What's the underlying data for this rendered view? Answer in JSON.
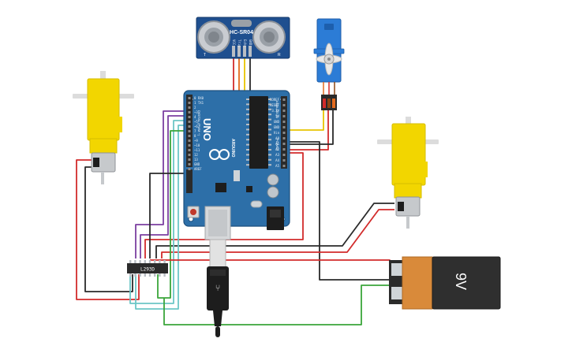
{
  "canvas": {
    "background": "#ffffff"
  },
  "components": {
    "ultrasonic": {
      "label": "HC-SR04",
      "left_mark": "T",
      "right_mark": "R",
      "pins": [
        "VCC",
        "Trig",
        "Echo",
        "GND"
      ],
      "color": "#1f4f8f"
    },
    "servo": {
      "color": "#2c7cd6"
    },
    "arduino": {
      "brand": "UNO",
      "logo": "ARDUINO",
      "sub_label": "DIGITAL (PWM ~)",
      "analog_label": "ANALOG IN",
      "power_label": "POWER",
      "color": "#2d6fa8",
      "digital_pins": [
        "0 RX0",
        "1 TX1",
        "2",
        "~3",
        "4",
        "~5",
        "~6",
        "7",
        "8",
        "~9",
        "~10",
        "~11",
        "12",
        "13",
        "GND",
        "AREF"
      ],
      "header_pins": [
        "IOREF",
        "RESET",
        "3.3V",
        "5V",
        "GND",
        "GND",
        "Vin",
        "A0",
        "A1",
        "A2",
        "A3",
        "A4",
        "A5"
      ]
    },
    "driver": {
      "label": "L293D"
    },
    "battery": {
      "label": "9V"
    },
    "motor_left": {
      "color": "#f2d600"
    },
    "motor_right": {
      "color": "#f2d600"
    }
  },
  "wire_colors": {
    "red": "#d22b2b",
    "black": "#2a2a2a",
    "yellow": "#e8c400",
    "orange": "#e36a1e",
    "purple": "#7b3fa0",
    "cyan": "#6cc6c6",
    "green": "#3aa53a"
  }
}
